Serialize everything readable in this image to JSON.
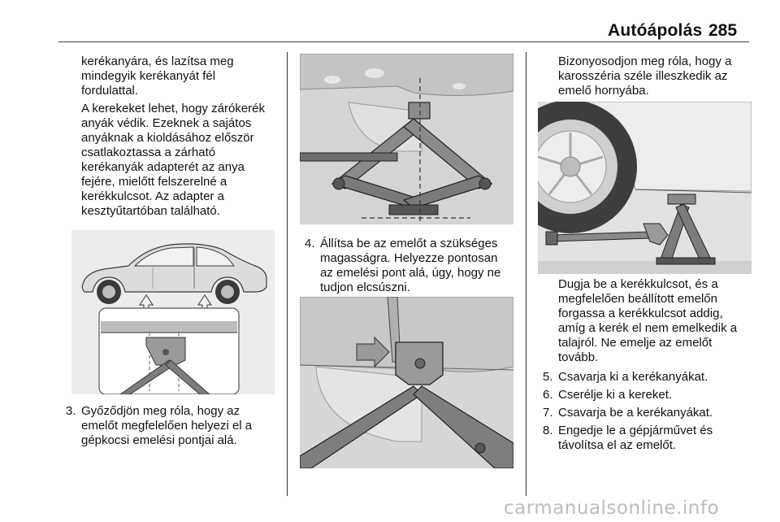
{
  "header": {
    "title": "Autóápolás",
    "page_number": "285"
  },
  "col1": {
    "para1": [
      "kerékanyára, és lazítsa meg",
      "mindegyik kerékanyát fél",
      "fordulattal."
    ],
    "para2": [
      "A kerekeket lehet, hogy zárókerék",
      "anyák védik. Ezeknek a sajátos",
      "anyáknak a kioldásához először",
      "csatlakoztassa a zárható",
      "kerékanyák adapterét az anya",
      "fejére, mielőtt felszerelné a",
      "kerékkulcsot. Az adapter a",
      "kesztyűtartóban található."
    ],
    "step3": {
      "number": "3.",
      "lines": [
        "Győződjön meg róla, hogy az",
        "emelőt megfelelően helyezi el a",
        "gépkocsi emelési pontjai alá."
      ]
    }
  },
  "col2": {
    "step4": {
      "number": "4.",
      "lines": [
        "Állítsa be az emelőt a szükséges",
        "magasságra. Helyezze pontosan",
        "az emelési pont alá, úgy, hogy ne",
        "tudjon elcsúszni."
      ]
    }
  },
  "col3": {
    "para1": [
      "Bizonyosodjon meg róla, hogy a",
      "karosszéria széle illeszkedik az",
      "emelő hornyába."
    ],
    "para2": [
      "Dugja be a kerékkulcsot, és a",
      "megfelelően beállított emelőn",
      "forgassa a kerékkulcsot addig,",
      "amíg a kerék el nem emelkedik a",
      "talajról. Ne emelje az emelőt",
      "tovább."
    ],
    "steps": [
      {
        "number": "5.",
        "text": "Csavarja ki a kerékanyákat."
      },
      {
        "number": "6.",
        "text": "Cserélje ki a kereket."
      },
      {
        "number": "7.",
        "text": "Csavarja be a kerékanyákat."
      },
      {
        "number": "8.",
        "lines": [
          "Engedje le a gépjárművet és",
          "távolítsa el az emelőt."
        ]
      }
    ]
  },
  "watermark": "carmanualsonline.info"
}
